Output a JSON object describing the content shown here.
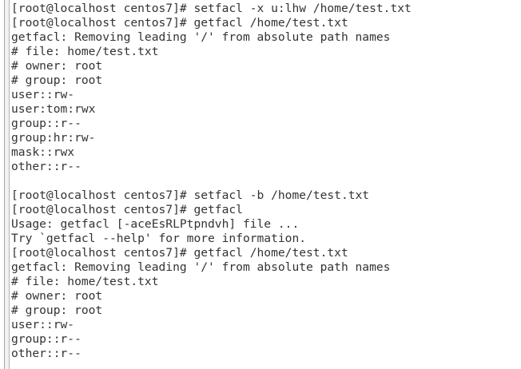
{
  "terminal": {
    "background_color": "#ffffff",
    "text_color": "#333333",
    "rule_color": "#a8a8a8",
    "prompt": "[root@localhost centos7]#",
    "lines": [
      "[root@localhost centos7]# setfacl -x u:lhw /home/test.txt",
      "[root@localhost centos7]# getfacl /home/test.txt",
      "getfacl: Removing leading '/' from absolute path names",
      "# file: home/test.txt",
      "# owner: root",
      "# group: root",
      "user::rw-",
      "user:tom:rwx",
      "group::r--",
      "group:hr:rw-",
      "mask::rwx",
      "other::r--",
      "",
      "[root@localhost centos7]# setfacl -b /home/test.txt",
      "[root@localhost centos7]# getfacl",
      "Usage: getfacl [-aceEsRLPtpndvh] file ...",
      "Try `getfacl --help' for more information.",
      "[root@localhost centos7]# getfacl /home/test.txt",
      "getfacl: Removing leading '/' from absolute path names",
      "# file: home/test.txt",
      "# owner: root",
      "# group: root",
      "user::rw-",
      "group::r--",
      "other::r--"
    ]
  }
}
